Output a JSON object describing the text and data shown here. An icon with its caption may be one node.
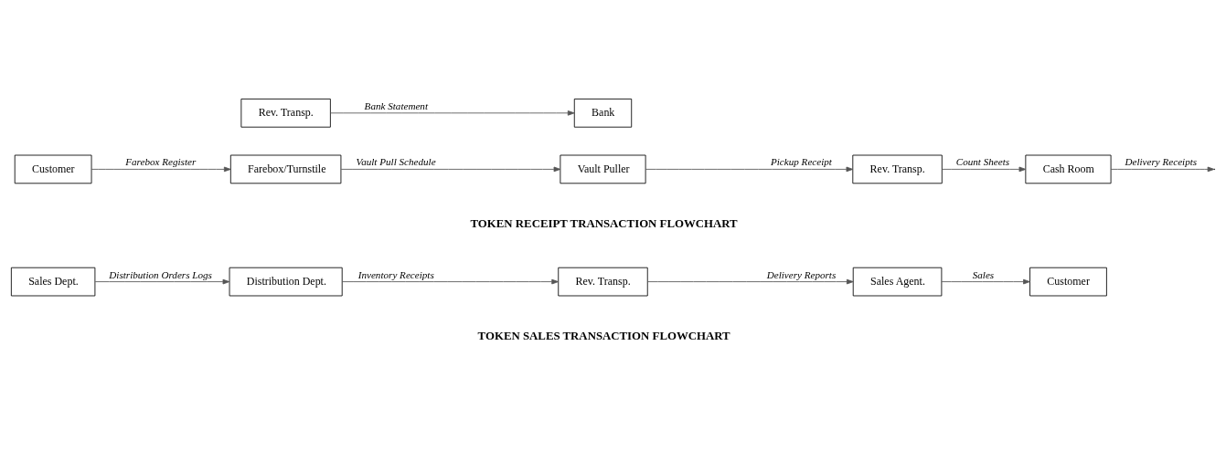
{
  "diagram": {
    "nodes": [
      {
        "text": [
          "Sales Dept."
        ]
      },
      {
        "text": [
          "Distribution Dept."
        ]
      },
      {
        "text": [
          "Rev. Transp."
        ]
      },
      {
        "text": [
          "Sales Agent."
        ]
      },
      {
        "text": [
          "Customer"
        ]
      },
      {
        "text": [
          "Customer"
        ]
      },
      {
        "text": [
          "Farebox/Turnstile"
        ]
      },
      {
        "text": [
          "Vault Puller"
        ]
      },
      {
        "text": [
          "Rev. Transp."
        ]
      },
      {
        "text": [
          "Cash Room"
        ]
      },
      {
        "text": [
          "Rev. Transp."
        ]
      },
      {
        "text": [
          "Bank"
        ]
      }
    ],
    "edges": [
      {
        "from": 0,
        "to": 1,
        "arrow": "to",
        "label": "Distribution Orders Logs"
      },
      {
        "from": 1,
        "to": 2,
        "arrow": "to",
        "label": "Inventory Receipts"
      },
      {
        "from": 2,
        "to": 3,
        "arrow": "to",
        "label": "Delivery Reports"
      },
      {
        "from": 3,
        "to": 4,
        "arrow": "to",
        "label": "Sales"
      },
      {
        "from": 5,
        "to": 6,
        "arrow": "to",
        "label": "Farebox Register"
      },
      {
        "from": 6,
        "to": 7,
        "arrow": "to",
        "label": "Vault Pull Schedule"
      },
      {
        "from": 7,
        "to": 8,
        "arrow": "to",
        "label": "Pickup Receipt"
      },
      {
        "from": 8,
        "to": 9,
        "arrow": "to",
        "label": "Count Sheets"
      },
      {
        "from": 9,
        "to": null,
        "arrow": "to",
        "label": "Delivery Receipts"
      },
      {
        "from": 10,
        "to": 11,
        "arrow": "to",
        "label": "Bank Statement"
      }
    ],
    "labels": [
      "TOKEN SALES TRANSACTION FLOWCHART",
      "TOKEN RECEIPT TRANSACTION FLOWCHART"
    ]
  }
}
